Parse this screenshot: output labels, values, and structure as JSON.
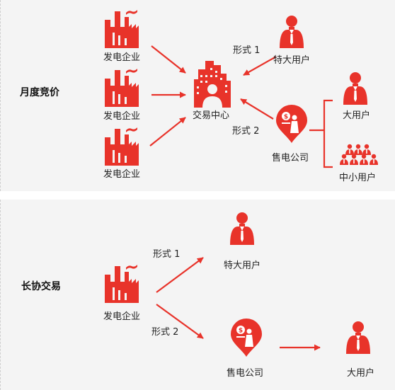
{
  "colors": {
    "accent": "#e8332a",
    "panel": "#f4f4f4",
    "text": "#222222"
  },
  "top_section": {
    "title": "月度竞价",
    "generators": [
      "发电企业",
      "发电企业",
      "发电企业"
    ],
    "exchange": "交易中心",
    "form1": "形式 1",
    "form2": "形式 2",
    "large_user": "特大用户",
    "retailer": "售电公司",
    "big_user": "大用户",
    "small_users": "中小用户"
  },
  "bottom_section": {
    "title": "长协交易",
    "generator": "发电企业",
    "form1": "形式 1",
    "form2": "形式 2",
    "large_user": "特大用户",
    "retailer": "售电公司",
    "big_user": "大用户"
  },
  "icons": [
    "factory-icon",
    "building-icon",
    "businessman-icon",
    "retailer-pin-icon",
    "group-icon",
    "arrow-icon"
  ]
}
